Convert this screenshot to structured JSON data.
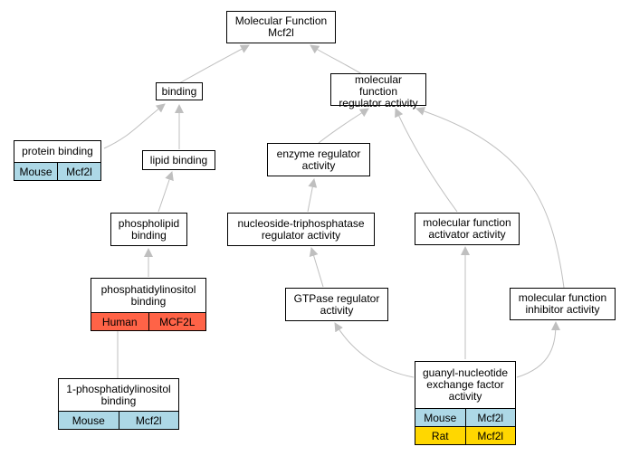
{
  "colors": {
    "edge": "#bfbfbf",
    "mouse": "#add8e6",
    "human": "#ff6347",
    "rat": "#ffd700"
  },
  "nodes": {
    "mf_root": {
      "label": "Molecular Function\nMcf2l"
    },
    "binding": {
      "label": "binding"
    },
    "mf_regulator": {
      "label": "molecular function\nregulator activity"
    },
    "protein_binding": {
      "label": "protein binding",
      "annotations": [
        {
          "species": "Mouse",
          "gene": "Mcf2l"
        }
      ]
    },
    "lipid_binding": {
      "label": "lipid binding"
    },
    "enzyme_regulator": {
      "label": "enzyme regulator\nactivity"
    },
    "phospholipid_binding": {
      "label": "phospholipid\nbinding"
    },
    "ntpase_regulator": {
      "label": "nucleoside-triphosphatase\nregulator activity"
    },
    "mf_activator": {
      "label": "molecular function\nactivator activity"
    },
    "pi_binding": {
      "label": "phosphatidylinositol\nbinding",
      "annotations": [
        {
          "species": "Human",
          "gene": "MCF2L"
        }
      ]
    },
    "gtpase_regulator": {
      "label": "GTPase regulator\nactivity"
    },
    "mf_inhibitor": {
      "label": "molecular function\ninhibitor activity"
    },
    "pi1_binding": {
      "label": "1-phosphatidylinositol\nbinding",
      "annotations": [
        {
          "species": "Mouse",
          "gene": "Mcf2l"
        }
      ]
    },
    "gef_activity": {
      "label": "guanyl-nucleotide\nexchange factor\nactivity",
      "annotations": [
        {
          "species": "Mouse",
          "gene": "Mcf2l"
        },
        {
          "species": "Rat",
          "gene": "Mcf2l"
        }
      ]
    }
  }
}
